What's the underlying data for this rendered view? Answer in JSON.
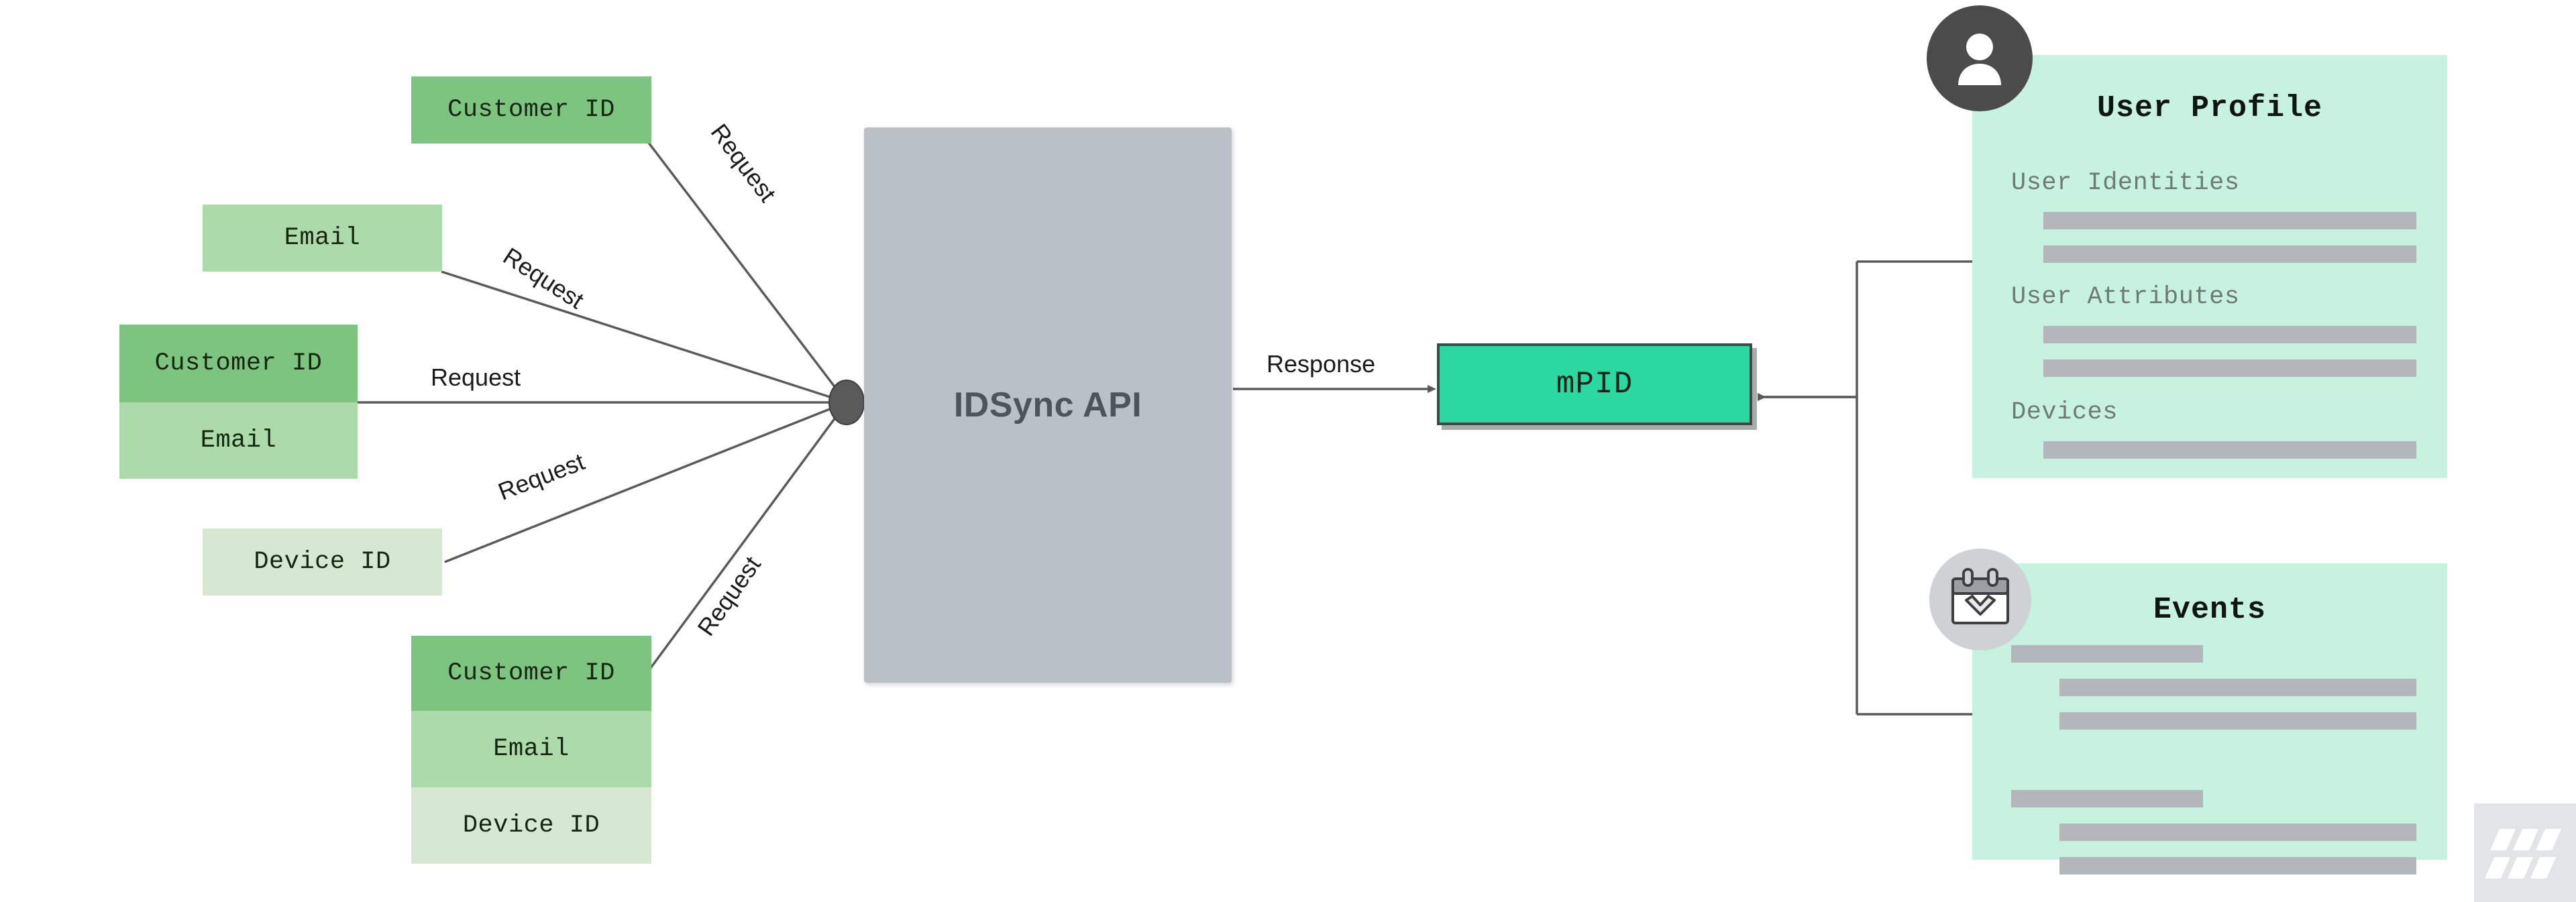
{
  "diagram": {
    "title": "IDSync API identity resolution flow",
    "colors": {
      "green_dark": "#7cc47f",
      "green_mid": "#acdaaa",
      "green_light": "#d6e8d2",
      "api_gray": "#b9c0c8",
      "mpid_teal": "#2bd9a0",
      "panel_mint": "#c6f2df",
      "bar_gray": "#b3b6ba",
      "line_gray": "#5a5a5a",
      "avatar_gray": "#4b4b4b",
      "calendar_gray": "#cfd2d4",
      "watermark_gray": "#e3e4e6"
    }
  },
  "inputs": [
    {
      "id": "input-1",
      "rows": [
        {
          "label": "Customer ID",
          "tone": "dark"
        }
      ],
      "edge_label": "Request"
    },
    {
      "id": "input-2",
      "rows": [
        {
          "label": "Email",
          "tone": "mid"
        }
      ],
      "edge_label": "Request"
    },
    {
      "id": "input-3",
      "rows": [
        {
          "label": "Customer ID",
          "tone": "dark"
        },
        {
          "label": "Email",
          "tone": "mid"
        }
      ],
      "edge_label": "Request"
    },
    {
      "id": "input-4",
      "rows": [
        {
          "label": "Device ID",
          "tone": "light"
        }
      ],
      "edge_label": "Request"
    },
    {
      "id": "input-5",
      "rows": [
        {
          "label": "Customer ID",
          "tone": "dark"
        },
        {
          "label": "Email",
          "tone": "mid"
        },
        {
          "label": "Device ID",
          "tone": "light"
        }
      ],
      "edge_label": "Request"
    }
  ],
  "api": {
    "label": "IDSync API"
  },
  "response": {
    "edge_label": "Response",
    "result_label": "mPID"
  },
  "user_profile": {
    "title": "User Profile",
    "icon": "user-avatar-icon",
    "sections": [
      {
        "label": "User Identities",
        "bars": 2
      },
      {
        "label": "User Attributes",
        "bars": 2
      },
      {
        "label": "Devices",
        "bars": 1
      }
    ]
  },
  "events": {
    "title": "Events",
    "icon": "calendar-check-icon",
    "groups": [
      {
        "header_bar": true,
        "detail_bars": 2
      },
      {
        "header_bar": true,
        "detail_bars": 2
      }
    ]
  },
  "watermark": {
    "name": "mparticle-logo-watermark"
  }
}
